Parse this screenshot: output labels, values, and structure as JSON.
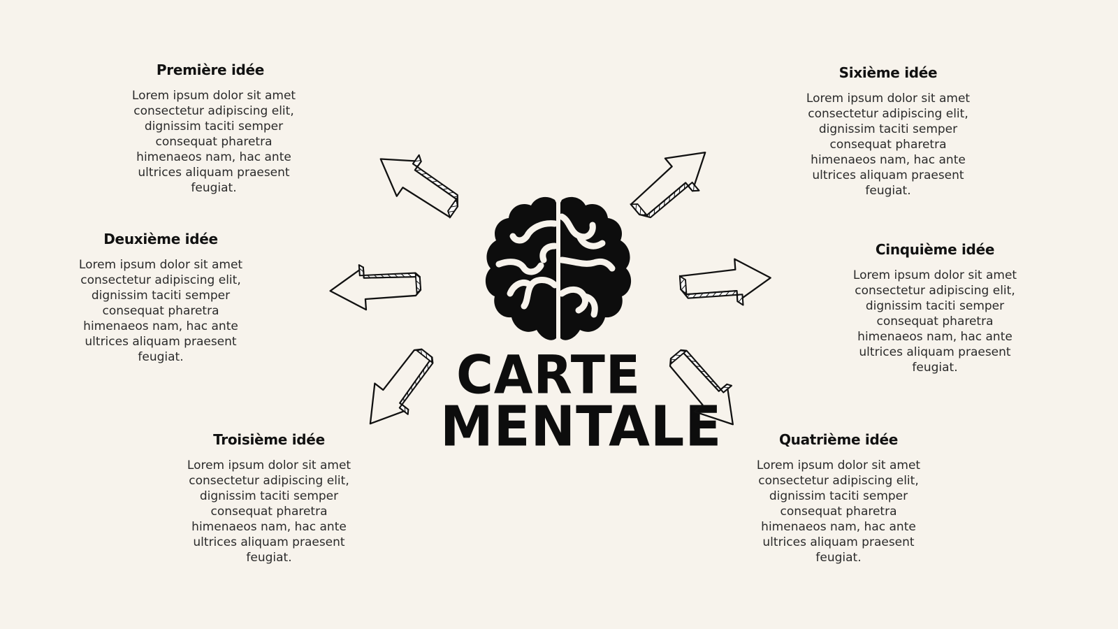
{
  "center": {
    "line1": "CARTE",
    "line2": "MENTALE"
  },
  "ideas": [
    {
      "title": "Première idée",
      "text": "Lorem ipsum dolor sit amet consectetur adipiscing elit, dignissim taciti semper consequat pharetra himenaeos nam, hac ante ultrices aliquam praesent feugiat."
    },
    {
      "title": "Deuxième idée",
      "text": "Lorem ipsum dolor sit amet consectetur adipiscing elit, dignissim taciti semper consequat pharetra himenaeos nam, hac ante ultrices aliquam praesent feugiat."
    },
    {
      "title": "Troisième idée",
      "text": "Lorem ipsum dolor sit amet consectetur adipiscing elit, dignissim taciti semper consequat pharetra himenaeos nam, hac ante ultrices aliquam praesent feugiat."
    },
    {
      "title": "Quatrième idée",
      "text": "Lorem ipsum dolor sit amet consectetur adipiscing elit, dignissim taciti semper consequat pharetra himenaeos nam, hac ante ultrices aliquam praesent feugiat."
    },
    {
      "title": "Cinquième idée",
      "text": "Lorem ipsum dolor sit amet consectetur adipiscing elit, dignissim taciti semper consequat pharetra himenaeos nam, hac ante ultrices aliquam praesent feugiat."
    },
    {
      "title": "Sixième idée",
      "text": "Lorem ipsum dolor sit amet consectetur adipiscing elit, dignissim taciti semper consequat pharetra himenaeos nam, hac ante ultrices aliquam praesent feugiat."
    }
  ],
  "icons": {
    "center": "brain-icon",
    "arrows": "hand-drawn-arrow-icon"
  },
  "colors": {
    "background": "#f7f3ec",
    "ink": "#111111"
  }
}
